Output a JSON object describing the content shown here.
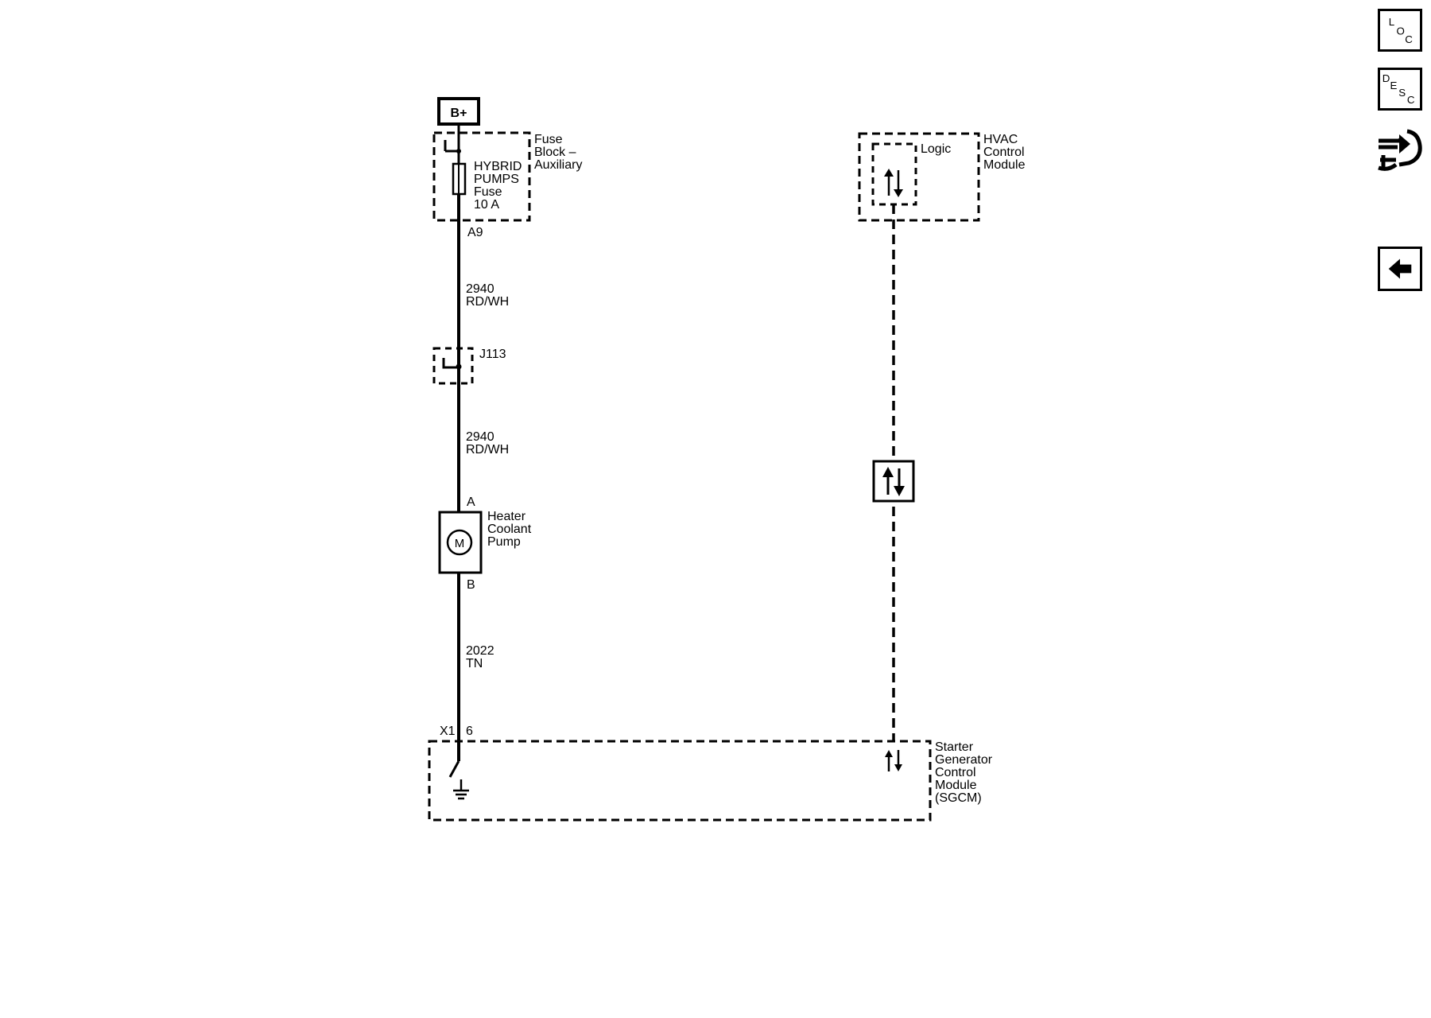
{
  "power": {
    "label": "B+"
  },
  "fuse_block": {
    "name_lines": [
      "Fuse",
      "Block –",
      "Auxiliary"
    ],
    "fuse_lines": [
      "HYBRID",
      "PUMPS",
      "Fuse",
      "10 A"
    ],
    "pin": "A9"
  },
  "wires": {
    "w1": {
      "circuit": "2940",
      "color": "RD/WH"
    },
    "w2": {
      "circuit": "2940",
      "color": "RD/WH"
    },
    "w3": {
      "circuit": "2022",
      "color": "TN"
    }
  },
  "splice": {
    "label": "J113"
  },
  "pump": {
    "name_lines": [
      "Heater",
      "Coolant",
      "Pump"
    ],
    "motor_symbol": "M",
    "pin_top": "A",
    "pin_bottom": "B"
  },
  "hvac": {
    "name_lines": [
      "HVAC",
      "Control",
      "Module"
    ],
    "logic_label": "Logic"
  },
  "sgcm": {
    "name_lines": [
      "Starter",
      "Generator",
      "Control",
      "Module",
      "(SGCM)"
    ],
    "connector": "X1",
    "pin": "6"
  },
  "toolbar": {
    "loc": {
      "letters": [
        "L",
        "O",
        "C"
      ],
      "icon": "location-icon"
    },
    "desc": {
      "letters": [
        "D",
        "E",
        "S",
        "C"
      ],
      "icon": "description-icon"
    },
    "connector_icon": "connector-wrench-icon",
    "back_icon": "back-arrow-icon"
  }
}
